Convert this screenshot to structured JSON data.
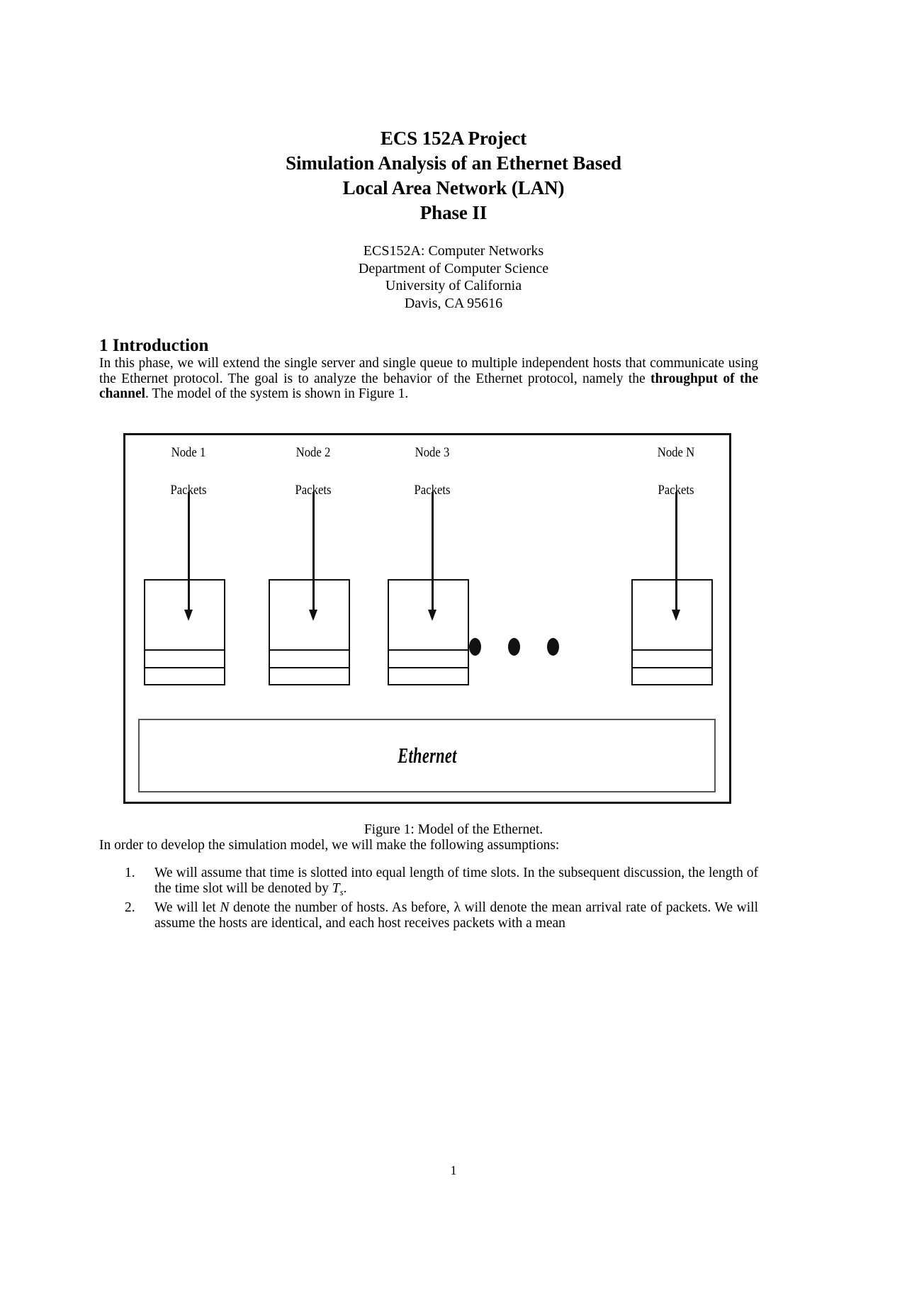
{
  "document": {
    "title_lines": [
      "ECS 152A Project",
      "Simulation Analysis of an Ethernet Based",
      "Local Area Network (LAN)",
      "Phase II"
    ],
    "affiliation_lines": [
      "ECS152A: Computer Networks",
      "Department of Computer Science",
      "University of California",
      "Davis, CA 95616"
    ],
    "page_number": "1"
  },
  "section": {
    "heading": "1 Introduction",
    "paragraph_intro": {
      "part1": "In this phase, we will extend the single server and single queue to multiple independent hosts that communicate using the Ethernet protocol. The goal is to analyze the behavior of the Ethernet protocol, namely the ",
      "bold": "throughput of the channel",
      "part2": ". The model of the system is shown in Figure 1."
    },
    "paragraph_order": "In order to develop the simulation model, we will make the following assumptions:"
  },
  "figure": {
    "caption": "Figure 1: Model of the Ethernet.",
    "bus_label": "Ethernet",
    "packets_label": "Packets",
    "nodes": [
      {
        "label": "Node 1"
      },
      {
        "label": "Node 2"
      },
      {
        "label": "Node 3"
      },
      {
        "label": "Node N"
      }
    ],
    "ellipsis": "..."
  },
  "assumptions": [
    {
      "number": "1.",
      "text_part1": "We will assume that time is slotted into equal length of time slots. In the subsequent discussion, the length of the time slot will be denoted by ",
      "math_var": "T",
      "math_sub": "s",
      "text_part2": "."
    },
    {
      "number": "2.",
      "text_part1": "We will let ",
      "math_var": "N",
      "text_part2": " denote the number of hosts. As before, λ will denote the mean arrival rate of packets. We will assume the hosts are identical, and each host receives packets with a mean"
    }
  ]
}
